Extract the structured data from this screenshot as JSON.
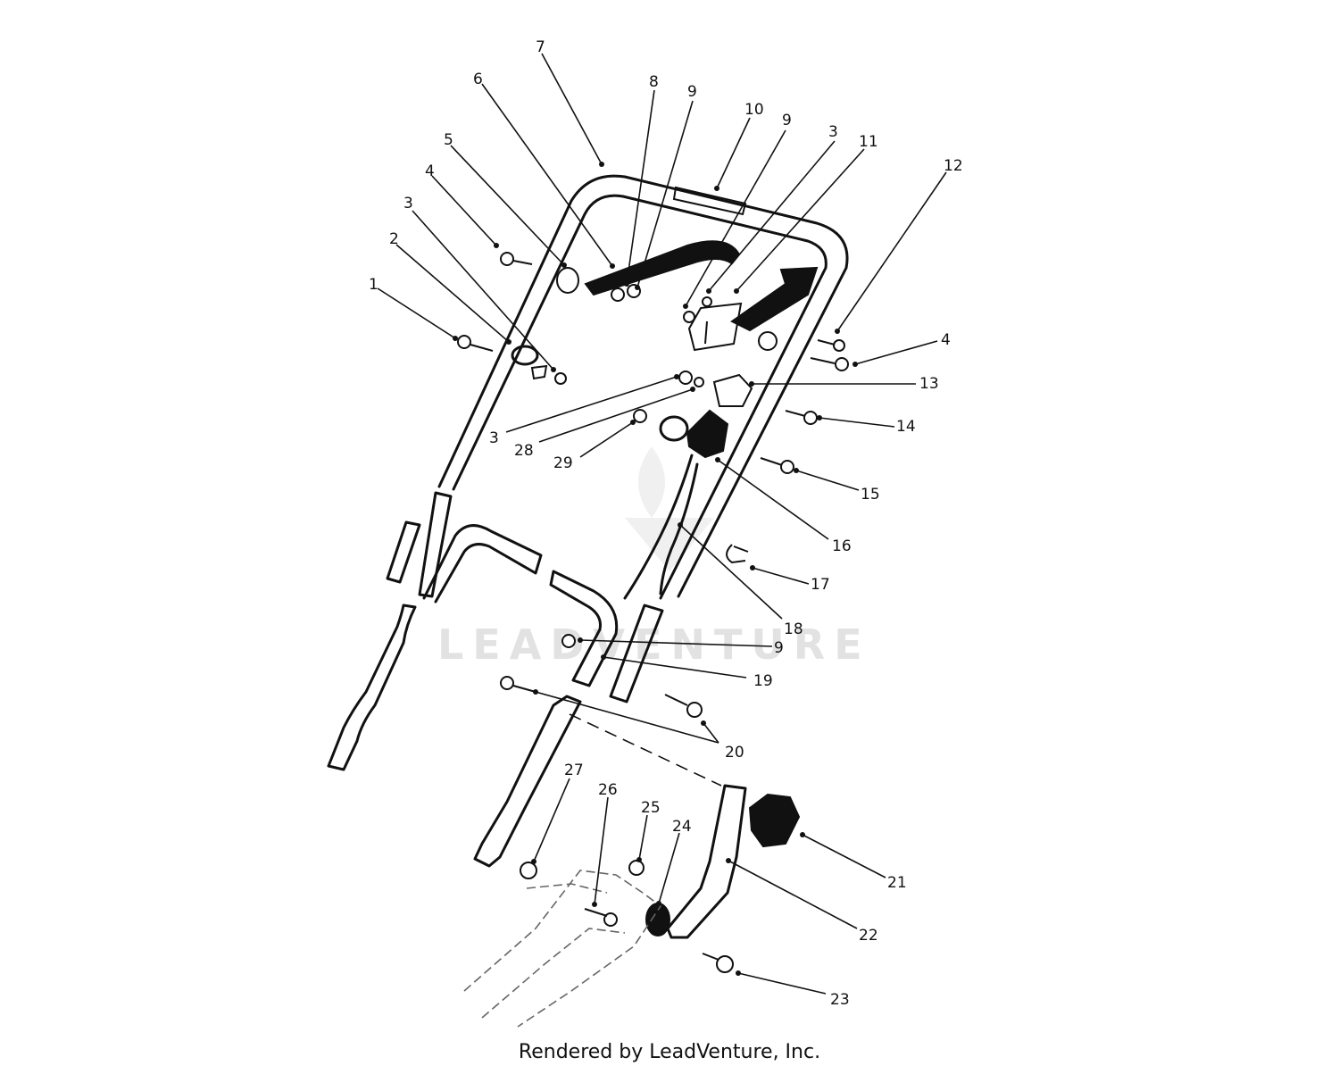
{
  "watermark": "LEADVENTURE",
  "footer": "Rendered by LeadVenture, Inc.",
  "callouts": [
    "1",
    "2",
    "3",
    "4",
    "5",
    "6",
    "7",
    "8",
    "9",
    "10",
    "9",
    "3",
    "11",
    "12",
    "4",
    "13",
    "3",
    "28",
    "29",
    "14",
    "15",
    "16",
    "17",
    "18",
    "9",
    "19",
    "20",
    "27",
    "26",
    "25",
    "24",
    "21",
    "22",
    "23"
  ]
}
